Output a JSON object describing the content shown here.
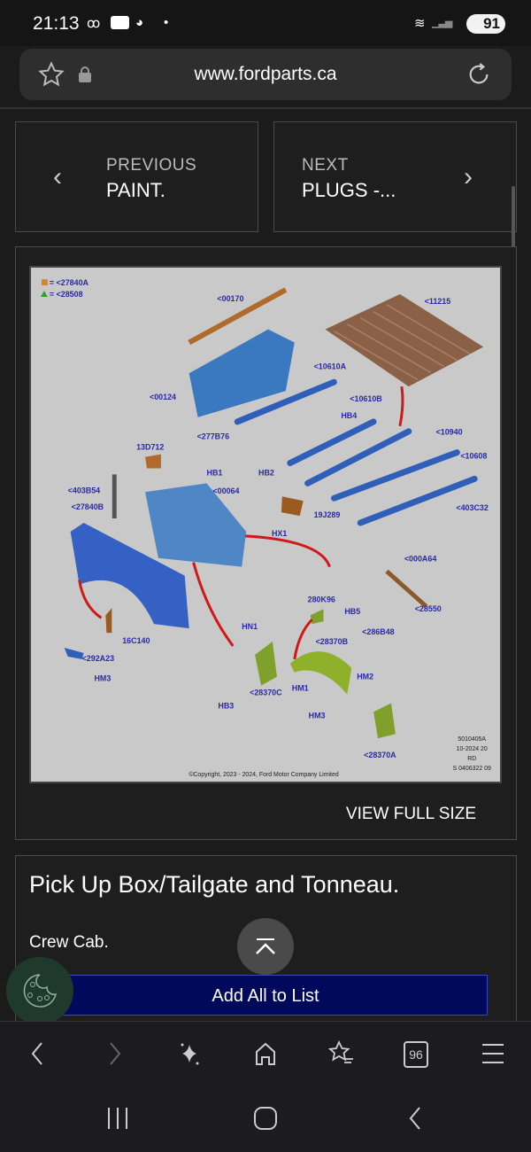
{
  "status": {
    "time": "21:13",
    "battery": "91"
  },
  "browser": {
    "url": "www.fordparts.ca",
    "tab_count": "96"
  },
  "pager": {
    "previous_caption": "PREVIOUS",
    "previous_title": "PAINT.",
    "next_caption": "NEXT",
    "next_title": "PLUGS -..."
  },
  "diagram": {
    "legend": [
      "= <27840A",
      "= <28508"
    ],
    "labels": [
      "<00170",
      "<11215",
      "<10610A",
      "<00124",
      "<10610B",
      "HB4",
      "<277B76",
      "<10940",
      "13D712",
      "<10608",
      "HB1",
      "HB2",
      "<403B54",
      "<00064",
      "<27840B",
      "<403C32",
      "19J289",
      "HX1",
      "<000A64",
      "280K96",
      "<28550",
      "HB5",
      "HN1",
      "<286B48",
      "16C140",
      "<28370B",
      "<292A23",
      "HM2",
      "HM3",
      "HM1",
      "<28370C",
      "HB3",
      "HM3",
      "<28370A"
    ],
    "copyright": "©Copyright, 2023 - 2024, Ford Motor Company Limited",
    "ref": [
      "5010405A",
      "10-2024 20",
      "RD",
      "S 0406322 09"
    ]
  },
  "view_full_size": "VIEW FULL SIZE",
  "section": {
    "title": "Pick Up Box/Tailgate and Tonneau.",
    "subtitle": "Crew Cab.",
    "add_all_label": "Add All to List"
  }
}
